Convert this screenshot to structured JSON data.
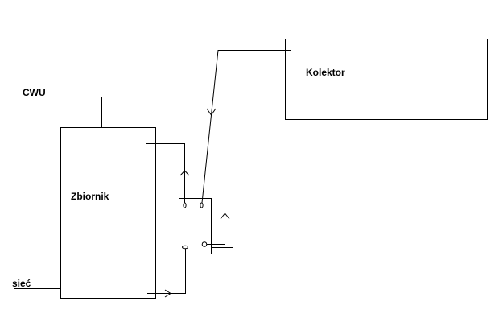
{
  "labels": {
    "collector": "Kolektor",
    "tank": "Zbiornik",
    "hot_water": "CWU",
    "mains": "sieć"
  },
  "colors": {
    "stroke": "#000000",
    "background": "#ffffff"
  }
}
